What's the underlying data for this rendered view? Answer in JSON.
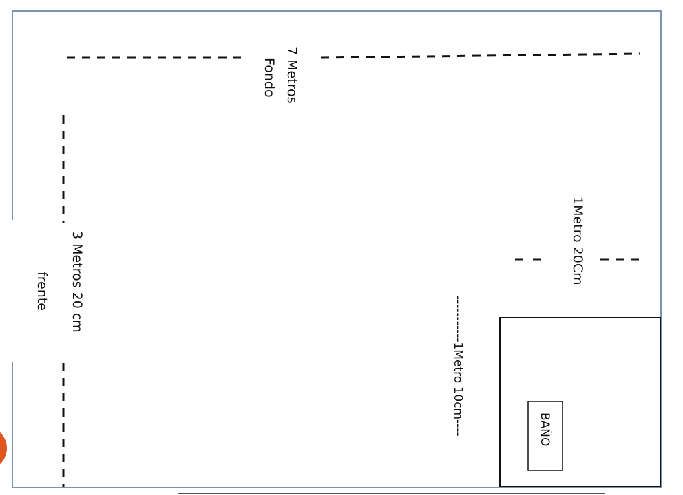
{
  "labels": {
    "back_title": "7 Metros",
    "back_sub": "Fondo",
    "front_title": "3 Metros 20 cm",
    "front_sub": "frente",
    "right_dim": "1Metro 20Cm",
    "bath_width": "-----------1Metro 10cm----",
    "bath": "BAÑO"
  },
  "colors": {
    "frame": "#7a93b3",
    "ink": "#111111",
    "accent": "#e0561f"
  }
}
